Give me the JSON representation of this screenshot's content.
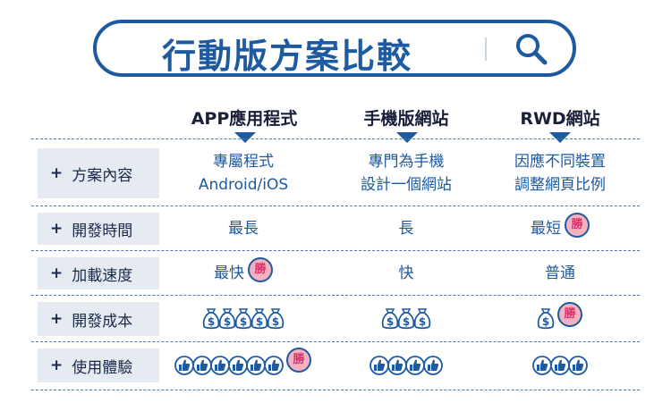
{
  "title": "行動版方案比較",
  "icons": {
    "search": "search-icon",
    "money": "money-bag-icon",
    "thumb": "thumbs-up-icon",
    "winner": "winner-badge-icon"
  },
  "colors": {
    "primary": "#1e5aa0",
    "label_bg": "#e6eaf1",
    "badge_fill": "#f4b2c0",
    "badge_text": "#d6336c"
  },
  "winner_badge": "勝",
  "row_prefix": "+",
  "columns": [
    {
      "heading": "APP應用程式"
    },
    {
      "heading": "手機版網站"
    },
    {
      "heading": "RWD網站"
    }
  ],
  "rows": [
    {
      "label": "方案內容",
      "cells": [
        {
          "line1": "專屬程式",
          "line2": "Android/iOS"
        },
        {
          "line1": "專門為手機",
          "line2": "設計一個網站"
        },
        {
          "line1": "因應不同裝置",
          "line2": "調整網頁比例"
        }
      ]
    },
    {
      "label": "開發時間",
      "cells": [
        {
          "text": "最長",
          "winner": false
        },
        {
          "text": "長",
          "winner": false
        },
        {
          "text": "最短",
          "winner": true
        }
      ]
    },
    {
      "label": "加載速度",
      "cells": [
        {
          "text": "最快",
          "winner": true
        },
        {
          "text": "快",
          "winner": false
        },
        {
          "text": "普通",
          "winner": false
        }
      ]
    },
    {
      "label": "開發成本",
      "cells": [
        {
          "money_bags": 5,
          "winner": false
        },
        {
          "money_bags": 3,
          "winner": false
        },
        {
          "money_bags": 1,
          "winner": true
        }
      ]
    },
    {
      "label": "使用體驗",
      "cells": [
        {
          "thumbs": 6,
          "winner": true
        },
        {
          "thumbs": 4,
          "winner": false
        },
        {
          "thumbs": 3,
          "winner": false
        }
      ]
    }
  ]
}
